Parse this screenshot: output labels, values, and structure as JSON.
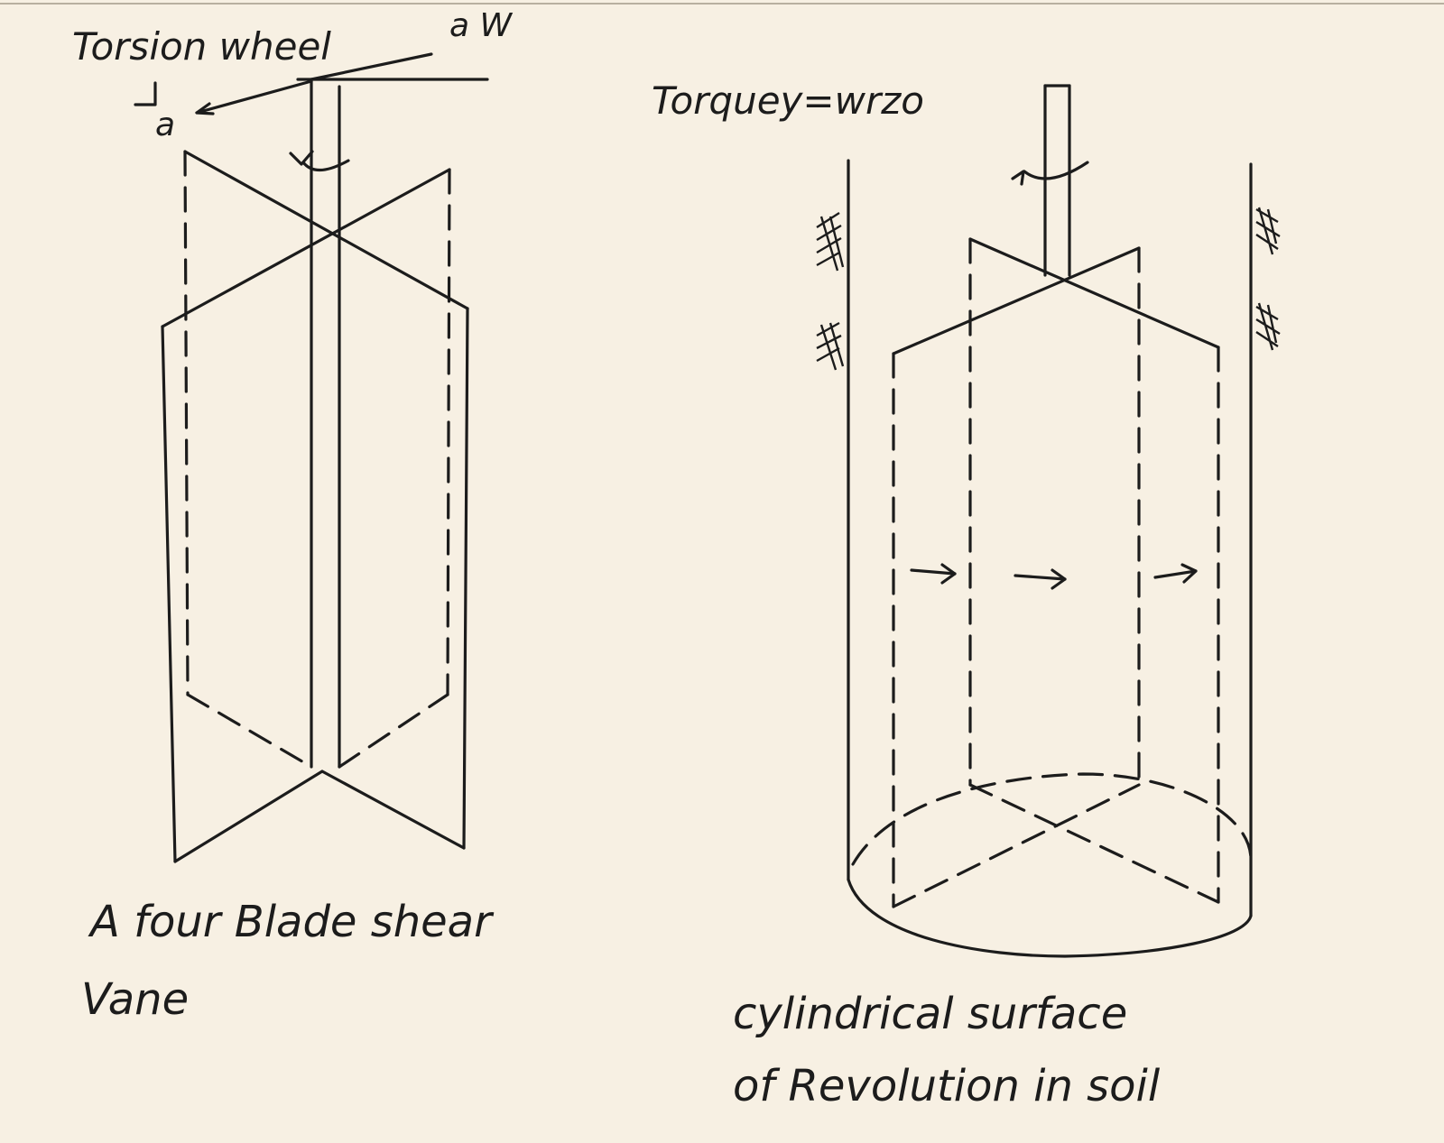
{
  "labels": {
    "torsion_wheel": "Torsion wheel",
    "aw": "a W",
    "a": "a",
    "torque": "Torquey=wrzo",
    "caption_left_line1": "A four Blade shear",
    "caption_left_line2": "Vane",
    "caption_right_line1": "cylindrical surface",
    "caption_right_line2": "of Revolution in soil"
  },
  "colors": {
    "ink": "#1c1c1c",
    "paper": "#f7f0e3"
  }
}
